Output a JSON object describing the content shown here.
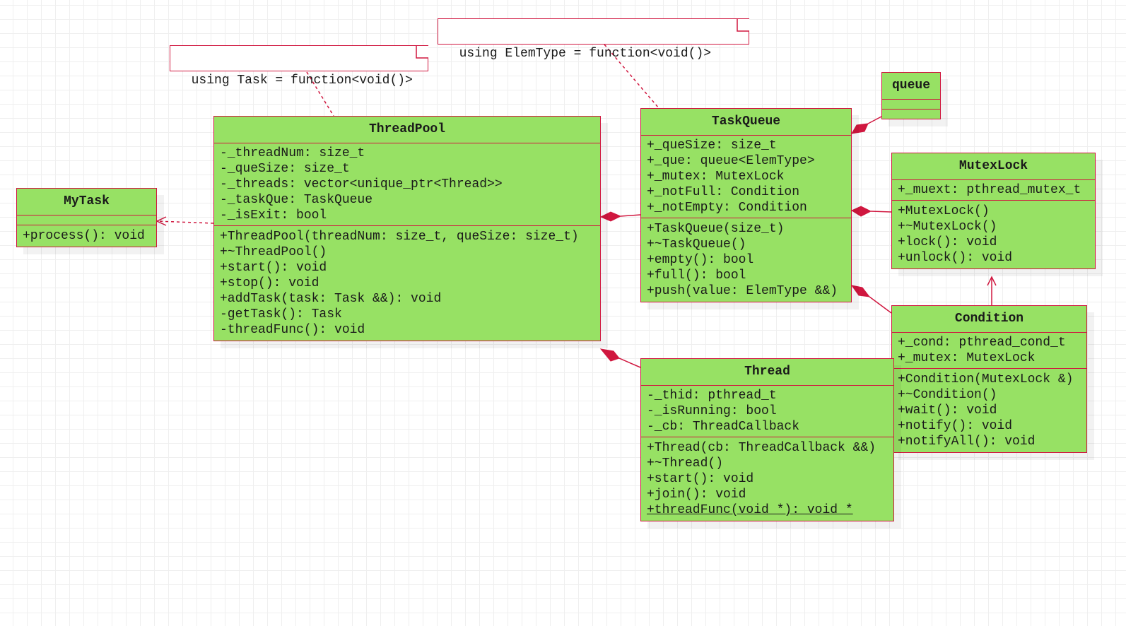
{
  "notes": {
    "task_alias": "using Task = function<void()>",
    "elem_alias": "using ElemType = function<void()>"
  },
  "colors": {
    "fill": "#97e164",
    "stroke": "#d0173f"
  },
  "classes": {
    "mytask": {
      "name": "MyTask",
      "attributes": [],
      "operations": [
        "+process(): void"
      ]
    },
    "threadpool": {
      "name": "ThreadPool",
      "attributes": [
        "-_threadNum: size_t",
        "-_queSize: size_t",
        "-_threads: vector<unique_ptr<Thread>>",
        "-_taskQue: TaskQueue",
        "-_isExit: bool"
      ],
      "operations": [
        "+ThreadPool(threadNum: size_t, queSize: size_t)",
        "+~ThreadPool()",
        "+start(): void",
        "+stop(): void",
        "+addTask(task: Task &&): void",
        "-getTask(): Task",
        "-threadFunc(): void"
      ]
    },
    "taskqueue": {
      "name": "TaskQueue",
      "attributes": [
        "+_queSize: size_t",
        "+_que: queue<ElemType>",
        "+_mutex: MutexLock",
        "+_notFull: Condition",
        "+_notEmpty: Condition"
      ],
      "operations": [
        "+TaskQueue(size_t)",
        "+~TaskQueue()",
        "+empty(): bool",
        "+full(): bool",
        "+push(value: ElemType &&)"
      ]
    },
    "queue": {
      "name": "queue",
      "attributes": [],
      "operations": []
    },
    "mutexlock": {
      "name": "MutexLock",
      "attributes": [
        "+_muext: pthread_mutex_t"
      ],
      "operations": [
        "+MutexLock()",
        "+~MutexLock()",
        "+lock(): void",
        "+unlock(): void"
      ]
    },
    "condition": {
      "name": "Condition",
      "attributes": [
        "+_cond: pthread_cond_t",
        "+_mutex: MutexLock"
      ],
      "operations": [
        "+Condition(MutexLock &)",
        "+~Condition()",
        "+wait(): void",
        "+notify(): void",
        "+notifyAll(): void"
      ]
    },
    "thread": {
      "name": "Thread",
      "attributes": [
        "-_thid: pthread_t",
        "-_isRunning: bool",
        "-_cb: ThreadCallback"
      ],
      "operations": [
        "+Thread(cb: ThreadCallback &&)",
        "+~Thread()",
        "+start(): void",
        "+join(): void",
        "+threadFunc(void *): void *"
      ]
    }
  }
}
